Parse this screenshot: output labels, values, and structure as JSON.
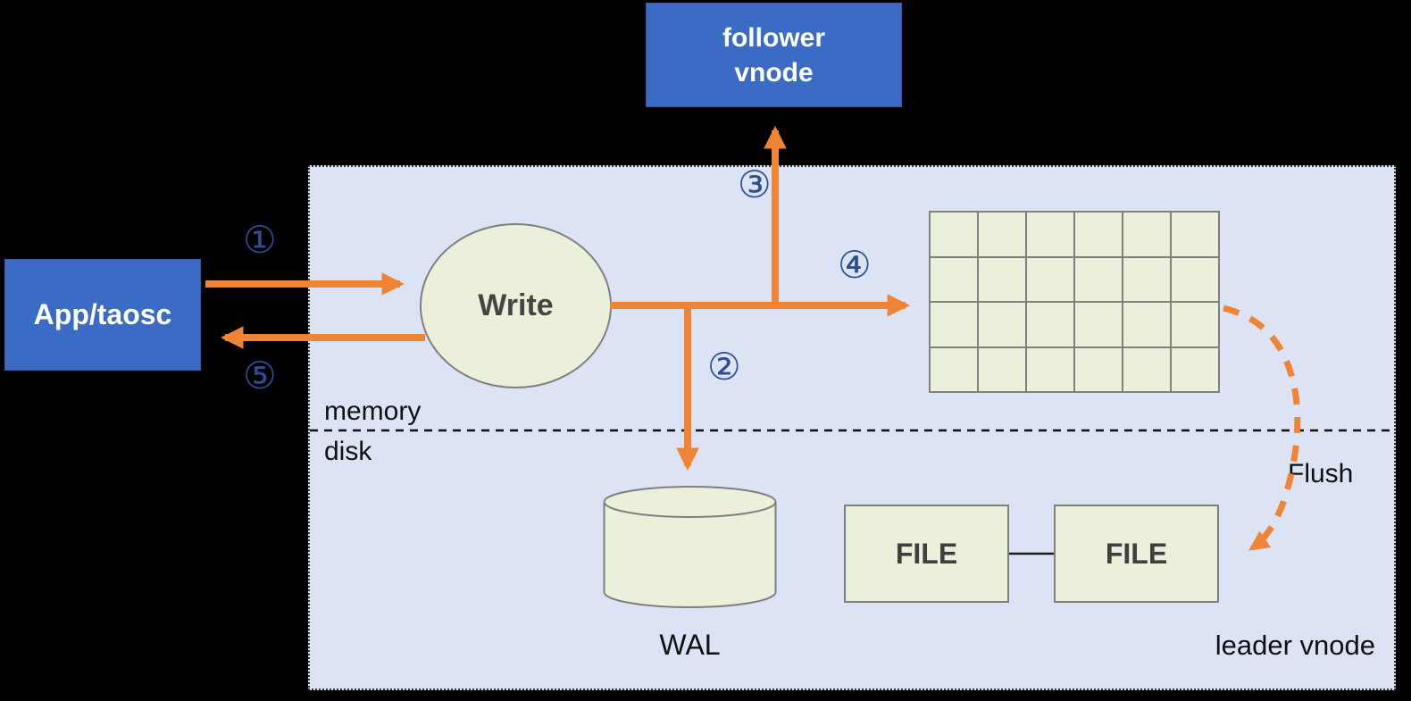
{
  "colors": {
    "background": "#000000",
    "panel_fill": "#dce3f5",
    "blue_box": "#3a6bc5",
    "green_fill": "#eaf0da",
    "green_border": "#7f7f7f",
    "arrow_orange": "#ee8434",
    "step_number_blue": "#2e4d8f"
  },
  "nodes": {
    "follower_vnode": {
      "label": "follower\nvnode"
    },
    "app_taosc": {
      "label": "App/taosc"
    },
    "write": {
      "label": "Write"
    },
    "wal": {
      "label": "WAL"
    },
    "file1": {
      "label": "FILE"
    },
    "file2": {
      "label": "FILE"
    }
  },
  "labels": {
    "memory": "memory",
    "disk": "disk",
    "leader_vnode": "leader vnode",
    "flush": "Flush"
  },
  "steps": {
    "s1": "①",
    "s2": "②",
    "s3": "③",
    "s4": "④",
    "s5": "⑤"
  },
  "grid": {
    "rows": 4,
    "cols": 6
  }
}
